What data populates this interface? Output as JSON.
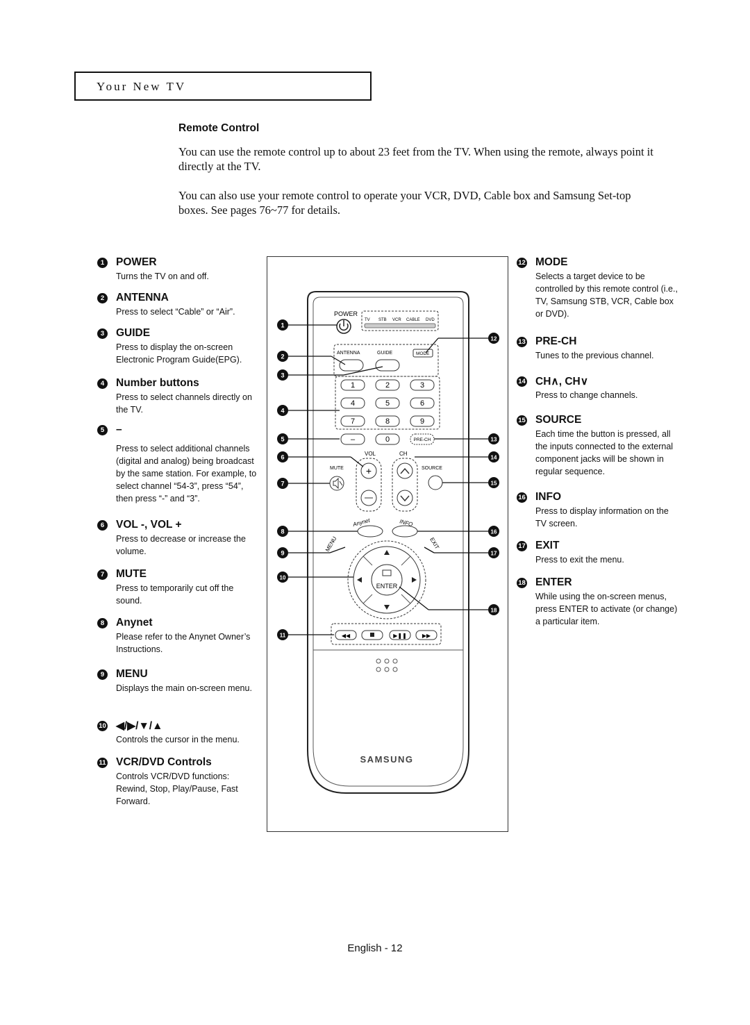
{
  "header": {
    "title": "Your New TV"
  },
  "section": {
    "title": "Remote Control",
    "paragraphs": [
      "You can use the remote control up to about 23 feet from the TV. When using the remote, always point it directly at the TV.",
      "You can also use your remote control to operate your VCR, DVD, Cable box and Samsung Set-top boxes. See pages 76~77 for details."
    ]
  },
  "items": [
    {
      "num": "1",
      "title": "POWER",
      "desc": "Turns the TV on and off."
    },
    {
      "num": "2",
      "title": "ANTENNA",
      "desc": "Press to select “Cable” or “Air”."
    },
    {
      "num": "3",
      "title": "GUIDE",
      "desc": "Press to display the on-screen Electronic Program Guide(EPG)."
    },
    {
      "num": "4",
      "title": "Number buttons",
      "desc": "Press to select channels directly on the TV."
    },
    {
      "num": "5",
      "title": "–",
      "desc": "Press to select additional channels (digital and analog) being broadcast by the same station. For example, to select channel “54-3”, press “54”, then press “-” and “3”."
    },
    {
      "num": "6",
      "title": "VOL -, VOL +",
      "desc": "Press to decrease or increase the volume."
    },
    {
      "num": "7",
      "title": "MUTE",
      "desc": "Press to temporarily cut off the sound."
    },
    {
      "num": "8",
      "title": "Anynet",
      "desc": "Please refer to the Anynet Owner’s Instructions."
    },
    {
      "num": "9",
      "title": "MENU",
      "desc": "Displays the main on-screen menu."
    },
    {
      "num": "10",
      "title": "◀/▶/▼/▲",
      "desc": "Controls the cursor in the menu."
    },
    {
      "num": "11",
      "title": "VCR/DVD Controls",
      "desc": "Controls VCR/DVD functions: Rewind, Stop, Play/Pause, Fast Forward."
    },
    {
      "num": "12",
      "title": "MODE",
      "desc": "Selects a target device to be controlled by this remote control (i.e., TV, Samsung STB, VCR, Cable box or DVD)."
    },
    {
      "num": "13",
      "title": "PRE-CH",
      "desc": "Tunes to the previous channel."
    },
    {
      "num": "14",
      "title": "CH∧, CH∨",
      "desc": "Press to change channels."
    },
    {
      "num": "15",
      "title": "SOURCE",
      "desc": "Each time the button is pressed, all the inputs connected to the external component jacks will be shown in regular sequence."
    },
    {
      "num": "16",
      "title": "INFO",
      "desc": "Press to display information on the TV screen."
    },
    {
      "num": "17",
      "title": "EXIT",
      "desc": "Press to exit the menu."
    },
    {
      "num": "18",
      "title": "ENTER",
      "desc": "While using the on-screen menus, press ENTER to activate (or change) a particular item."
    }
  ],
  "remote": {
    "power": "POWER",
    "modes": [
      "TV",
      "STB",
      "VCR",
      "CABLE",
      "DVD"
    ],
    "antenna": "ANTENNA",
    "guide": "GUIDE",
    "mode": "MODE",
    "digits": [
      "1",
      "2",
      "3",
      "4",
      "5",
      "6",
      "7",
      "8",
      "9"
    ],
    "dash": "–",
    "zero": "0",
    "prech": "PRE-CH",
    "vol": "VOL",
    "ch": "CH",
    "mute": "MUTE",
    "source": "SOURCE",
    "anynet": "Anynet",
    "info": "INFO",
    "menu": "MENU",
    "exit": "EXIT",
    "enter": "ENTER",
    "brand": "SAMSUNG",
    "callouts": [
      "1",
      "2",
      "3",
      "4",
      "5",
      "6",
      "7",
      "8",
      "9",
      "10",
      "11",
      "12",
      "13",
      "14",
      "15",
      "16",
      "17",
      "18"
    ]
  },
  "footer": {
    "page": "English - 12"
  }
}
